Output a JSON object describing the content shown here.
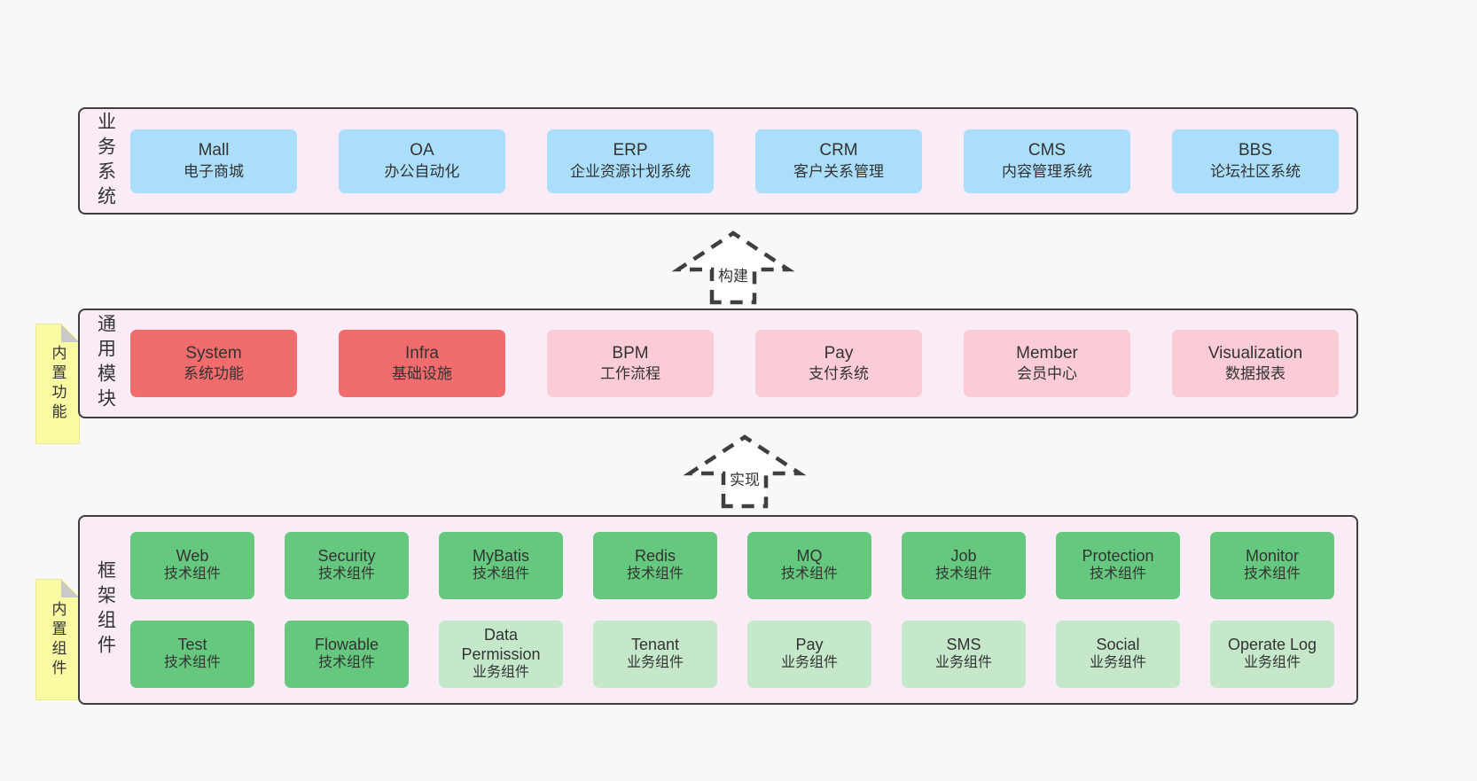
{
  "colors": {
    "band_fill": "#f9ecf6",
    "band_border": "#3f3f3f",
    "text": "#333333",
    "blue": "#abdefa",
    "red": "#f16c6c",
    "pink": "#fbccd5",
    "green_dark": "#66c87e",
    "green_light": "#c5e8cb",
    "note_yellow": "#fafaa2",
    "note_fold": "#c9c9c9",
    "page_bg": "#f8f8f8"
  },
  "bands": {
    "business": {
      "label": "业务系统",
      "boxes": [
        {
          "en": "Mall",
          "cn": "电子商城",
          "variant": "blue"
        },
        {
          "en": "OA",
          "cn": "办公自动化",
          "variant": "blue"
        },
        {
          "en": "ERP",
          "cn": "企业资源计划系统",
          "variant": "blue"
        },
        {
          "en": "CRM",
          "cn": "客户关系管理",
          "variant": "blue"
        },
        {
          "en": "CMS",
          "cn": "内容管理系统",
          "variant": "blue"
        },
        {
          "en": "BBS",
          "cn": "论坛社区系统",
          "variant": "blue"
        }
      ]
    },
    "modules": {
      "label": "通用模块",
      "note": "内置功能",
      "boxes": [
        {
          "en": "System",
          "cn": "系统功能",
          "variant": "red"
        },
        {
          "en": "Infra",
          "cn": "基础设施",
          "variant": "red"
        },
        {
          "en": "BPM",
          "cn": "工作流程",
          "variant": "pink"
        },
        {
          "en": "Pay",
          "cn": "支付系统",
          "variant": "pink"
        },
        {
          "en": "Member",
          "cn": "会员中心",
          "variant": "pink"
        },
        {
          "en": "Visualization",
          "cn": "数据报表",
          "variant": "pink"
        }
      ]
    },
    "components": {
      "label": "框架组件",
      "note": "内置组件",
      "rows": [
        [
          {
            "en": "Web",
            "cn": "技术组件",
            "variant": "green-dark"
          },
          {
            "en": "Security",
            "cn": "技术组件",
            "variant": "green-dark"
          },
          {
            "en": "MyBatis",
            "cn": "技术组件",
            "variant": "green-dark"
          },
          {
            "en": "Redis",
            "cn": "技术组件",
            "variant": "green-dark"
          },
          {
            "en": "MQ",
            "cn": "技术组件",
            "variant": "green-dark"
          },
          {
            "en": "Job",
            "cn": "技术组件",
            "variant": "green-dark"
          },
          {
            "en": "Protection",
            "cn": "技术组件",
            "variant": "green-dark"
          },
          {
            "en": "Monitor",
            "cn": "技术组件",
            "variant": "green-dark"
          }
        ],
        [
          {
            "en": "Test",
            "cn": "技术组件",
            "variant": "green-dark"
          },
          {
            "en": "Flowable",
            "cn": "技术组件",
            "variant": "green-dark"
          },
          {
            "en": "Data Permission",
            "cn": "业务组件",
            "variant": "green-light"
          },
          {
            "en": "Tenant",
            "cn": "业务组件",
            "variant": "green-light"
          },
          {
            "en": "Pay",
            "cn": "业务组件",
            "variant": "green-light"
          },
          {
            "en": "SMS",
            "cn": "业务组件",
            "variant": "green-light"
          },
          {
            "en": "Social",
            "cn": "业务组件",
            "variant": "green-light"
          },
          {
            "en": "Operate Log",
            "cn": "业务组件",
            "variant": "green-light"
          }
        ]
      ]
    }
  },
  "arrows": {
    "build": "构建",
    "implement": "实现"
  }
}
